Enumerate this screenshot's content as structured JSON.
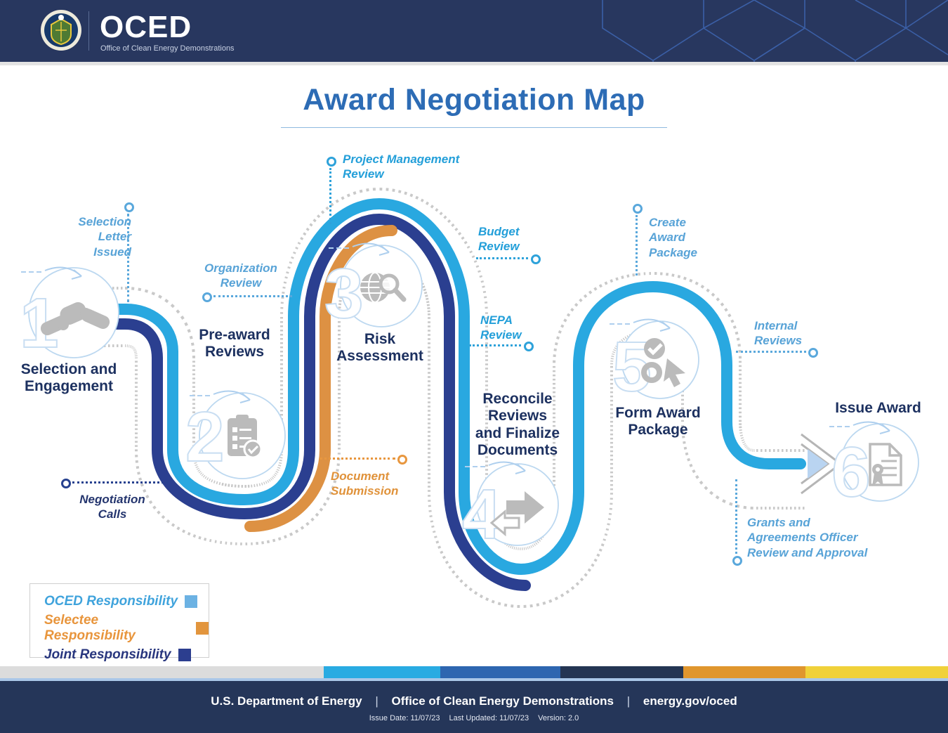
{
  "header": {
    "brand": "OCED",
    "tagline": "Office of Clean Energy Demonstrations"
  },
  "title": "Award Negotiation Map",
  "steps": [
    {
      "number": "1",
      "label": "Selection and\nEngagement"
    },
    {
      "number": "2",
      "label": "Pre-award\nReviews"
    },
    {
      "number": "3",
      "label": "Risk\nAssessment"
    },
    {
      "number": "4",
      "label": "Reconcile\nReviews\nand Finalize\nDocuments"
    },
    {
      "number": "5",
      "label": "Form Award\nPackage"
    },
    {
      "number": "6",
      "label": "Issue Award"
    }
  ],
  "callouts": {
    "selection_letter": "Selection\nLetter\nIssued",
    "negotiation_calls": "Negotiation\nCalls",
    "organization_review": "Organization\nReview",
    "project_management": "Project Management\nReview",
    "budget_review": "Budget\nReview",
    "nepa_review": "NEPA\nReview",
    "document_submission": "Document\nSubmission",
    "create_award_package": "Create\nAward\nPackage",
    "internal_reviews": "Internal\nReviews",
    "grants_officer": "Grants and\nAgreements Officer\nReview and Approval"
  },
  "legend": {
    "oced": "OCED Responsibility",
    "selectee": "Selectee Responsibility",
    "joint": "Joint Responsibility"
  },
  "footer": {
    "org": "U.S. Department of Energy",
    "office": "Office of Clean Energy Demonstrations",
    "site": "energy.gov/oced",
    "sep": "|",
    "issue_date": "Issue Date: 11/07/23",
    "last_updated": "Last Updated: 11/07/23",
    "version": "Version: 2.0"
  },
  "colors": {
    "oced_blue": "#29A8E0",
    "selectee_orange": "#DD9143",
    "joint_navy": "#2B3F90",
    "title_blue": "#2D6CB5",
    "header_navy": "#28375F"
  }
}
